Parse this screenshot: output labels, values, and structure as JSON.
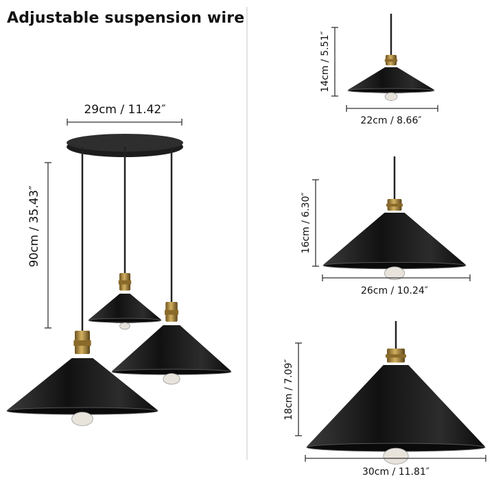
{
  "title": "Adjustable suspension wire",
  "main_product": {
    "canopy_width": "29cm / 11.42″",
    "suspension_length": "90cm / 35.43″"
  },
  "shade_sizes": [
    {
      "height": "14cm / 5.51″",
      "width": "22cm / 8.66″"
    },
    {
      "height": "16cm / 6.30″",
      "width": "26cm / 10.24″"
    },
    {
      "height": "18cm / 7.09″",
      "width": "30cm / 11.81″"
    }
  ],
  "colors": {
    "shade": "#1a1a1a",
    "socket": "#b08a3a",
    "divider": "#d8d8d8"
  }
}
